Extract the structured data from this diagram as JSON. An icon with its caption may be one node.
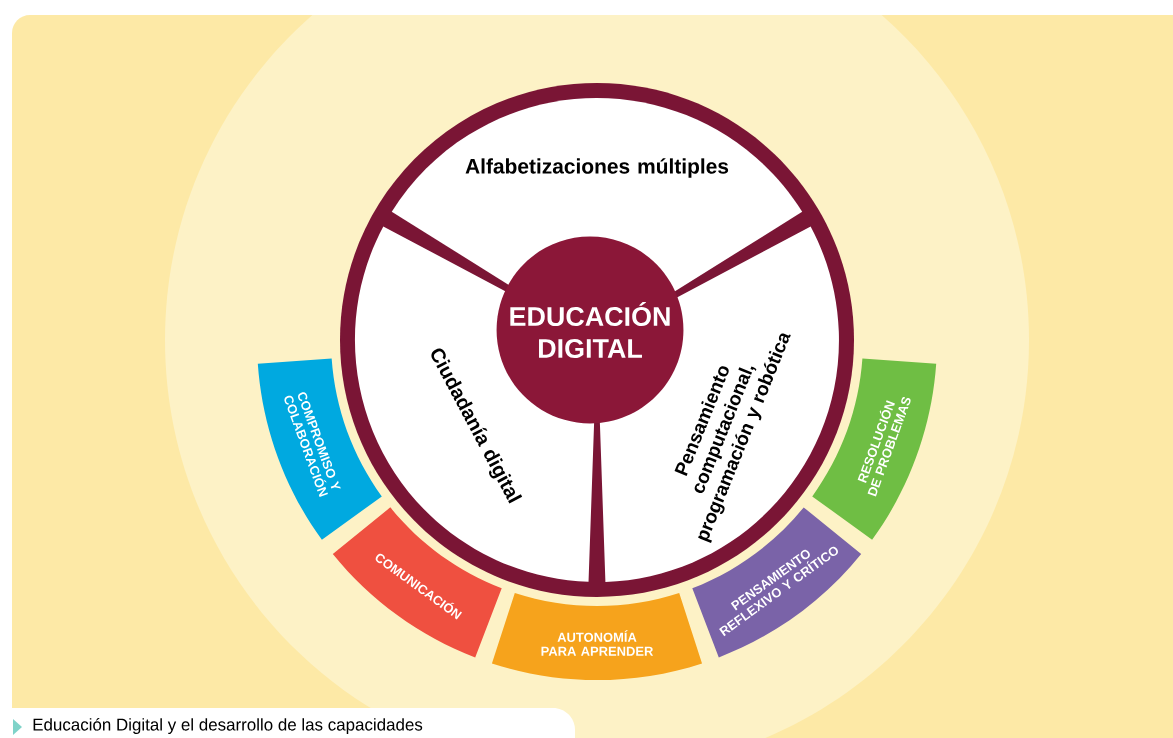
{
  "diagram": {
    "caption": "Educación Digital y el desarrollo de las capacidades",
    "nodes": [
      {
        "text": [
          "EDUCACIÓN DIGITAL"
        ]
      },
      {
        "text": [
          "Alfabetizaciones múltiples"
        ]
      },
      {
        "text": [
          "Ciudadanía digital"
        ]
      },
      {
        "text": [
          "Pensamiento computacional, programación y robótica"
        ]
      },
      {
        "text": [
          "COMPROMISO Y COLABORACIÓN"
        ]
      },
      {
        "text": [
          "COMUNICACIÓN"
        ]
      },
      {
        "text": [
          "AUTONOMÍA PARA APRENDER"
        ]
      },
      {
        "text": [
          "PENSAMIENTO REFLEXIVO Y CRÍTICO"
        ]
      },
      {
        "text": [
          "RESOLUCIÓN DE PROBLEMAS"
        ]
      }
    ],
    "edges": []
  }
}
